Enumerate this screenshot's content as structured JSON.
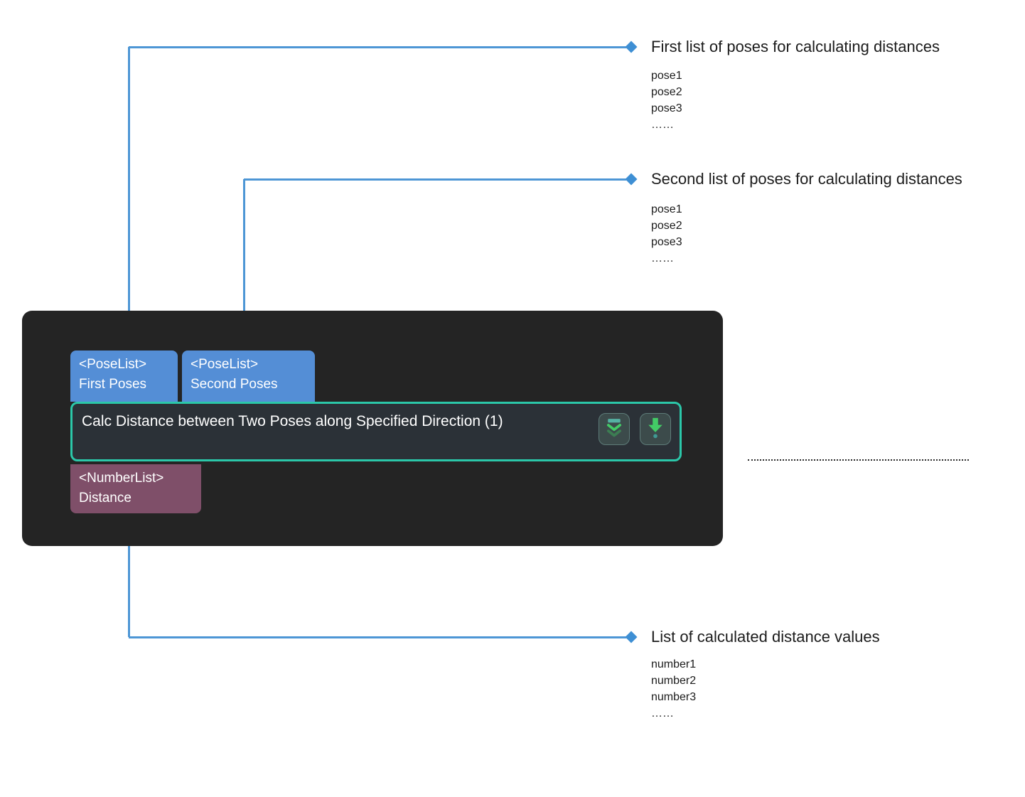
{
  "node": {
    "title": "Calc Distance between Two Poses along Specified Direction (1)",
    "inputs": [
      {
        "type": "<PoseList>",
        "name": "First Poses"
      },
      {
        "type": "<PoseList>",
        "name": "Second Poses"
      }
    ],
    "output": {
      "type": "<NumberList>",
      "name": "Distance"
    },
    "buttons": [
      {
        "icon": "collapse-double-chevron-icon"
      },
      {
        "icon": "run-step-arrow-icon"
      }
    ]
  },
  "annotations": [
    {
      "title": "First list of poses for calculating distances",
      "items": [
        "pose1",
        "pose2",
        "pose3",
        "……"
      ]
    },
    {
      "title": "Second list of poses for calculating distances",
      "items": [
        "pose1",
        "pose2",
        "pose3",
        "……"
      ]
    },
    {
      "title": "List of calculated distance values",
      "items": [
        "number1",
        "number2",
        "number3",
        "……"
      ]
    }
  ],
  "colors": {
    "connector_blue": "#4d96d5",
    "diamond_blue": "#3e8fd4",
    "node_background": "#242424",
    "step_background": "#2b3137",
    "step_border_teal": "#2bc7a9",
    "input_port_blue": "#548ed6",
    "output_port_purple": "#7f4f69",
    "icon_green": "#43cb66",
    "icon_teal": "#55b2a3",
    "annotation_text": "#1b1b1b"
  }
}
